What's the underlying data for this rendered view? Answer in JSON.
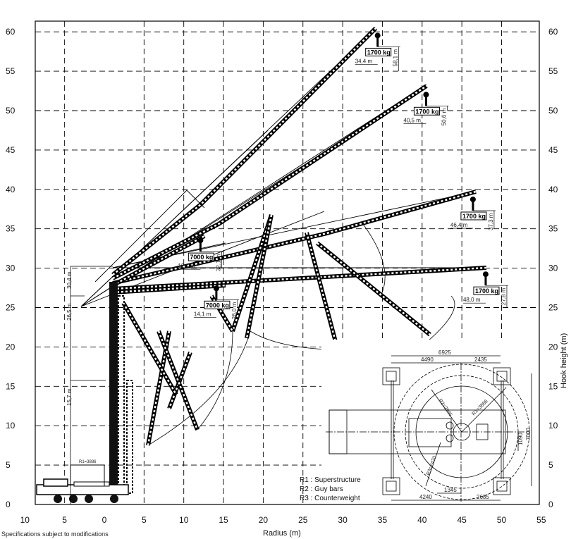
{
  "axes": {
    "x_ticks": [
      "10",
      "5",
      "0",
      "5",
      "10",
      "15",
      "20",
      "25",
      "30",
      "35",
      "40",
      "45",
      "50",
      "55"
    ],
    "y_ticks": [
      "0",
      "5",
      "10",
      "15",
      "20",
      "25",
      "30",
      "35",
      "40",
      "45",
      "50",
      "55",
      "60"
    ],
    "xlabel": "Radius (m)",
    "ylabel": "Hook height (m)"
  },
  "configurations": [
    {
      "load": "1700 kg",
      "radius_label": "34,4 m",
      "height_label": "58,1 m",
      "radius": 34.4,
      "height": 58.1
    },
    {
      "load": "1700 kg",
      "radius_label": "40,5 m",
      "height_label": "50,6 m",
      "radius": 40.5,
      "height": 50.6
    },
    {
      "load": "1700 kg",
      "radius_label": "46,4 m",
      "height_label": "37,3 m",
      "radius": 46.4,
      "height": 37.3
    },
    {
      "load": "1700 kg",
      "radius_label": "48,0 m",
      "height_label": "27,8 m",
      "radius": 48.0,
      "height": 27.8
    },
    {
      "load": "7000 kg",
      "radius_label": "12,1 m",
      "height_label": "32,1 m",
      "radius": 12.1,
      "height": 32.1
    },
    {
      "load": "7000 kg",
      "radius_label": "14,1 m",
      "height_label": "26,0 m",
      "radius": 14.1,
      "height": 26.0
    }
  ],
  "mast_dims": {
    "d1": "30,4 m",
    "d2": "26,5 m",
    "d3": "15,7 m",
    "r1": "R1=3886"
  },
  "plan_view": {
    "dims": {
      "total_width": "6925",
      "left_width": "4490",
      "right_width": "2435",
      "height": "7000",
      "offset": "1090",
      "bottom_left": "4240",
      "bottom_right": "2685",
      "bottom_mid": "1345"
    },
    "radii": {
      "r1": "R1=3886",
      "r2": "R2=2995",
      "r3": "R3=2470"
    },
    "legend": [
      "R1 : Superstructure",
      "R2 : Guy bars",
      "R3 : Counterweight"
    ]
  },
  "footer_note": "Specifications subject to modifications"
}
